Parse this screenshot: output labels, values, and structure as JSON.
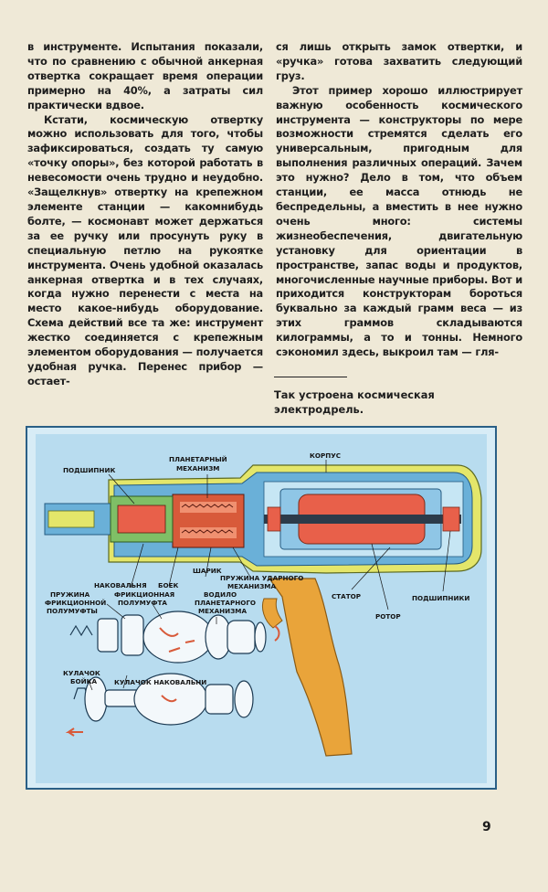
{
  "left_column": [
    "в инструменте. Испытания показали, что по сравнению с обычной анкерная отвертка сокращает время операции примерно на 40%, а затраты сил практически вдвое.",
    "Кстати, космическую отвертку можно использовать для того, чтобы зафиксироваться, создать ту самую «точку опоры», без которой работать в невесомости очень трудно и неудобно. «Защелкнув» отвертку на крепежном элементе станции — какомнибудь болте, — космонавт может держаться за ее ручку или просунуть руку в специальную петлю на рукоятке инструмента. Очень удобной оказалась анкерная отвертка и в тех случаях, когда нужно перенести с места на место какое-нибудь оборудование. Схема действий все та же: инструмент жестко соединяется с крепежным элементом оборудования — получается удобная ручка. Перенес прибор — остает-"
  ],
  "right_column": [
    "ся лишь открыть замок отвертки, и «ручка» готова захватить следующий груз.",
    "Этот пример хорошо иллюстрирует важную особенность космического инструмента — конструкторы по мере возможности стремятся сделать его универсальным, пригодным для выполнения различных операций. Зачем это нужно? Дело в том, что объем станции, ее масса отнюдь не беспредельны, а вместить в нее нужно очень много: системы жизнеобеспечения, двигательную установку для ориентации в пространстве, запас воды и продуктов, многочисленные научные приборы. Вот и приходится конструкторам бороться буквально за каждый грамм веса — из этих граммов складываются килограммы, а то и тонны. Немного сэкономил здесь, выкроил там — гля-"
  ],
  "caption": "Так устроена космическая электродрель.",
  "figure": {
    "labels": {
      "bearing_left": "ПОДШИПНИК",
      "planetary_1": "ПЛАНЕТАРНЫЙ",
      "planetary_2": "МЕХАНИЗМ",
      "housing": "КОРПУС",
      "anvil": "НАКОВАЛЬНЯ",
      "striker": "БОЕК",
      "ball": "ШАРИК",
      "impact_spring_1": "ПРУЖИНА УДАРНОГО",
      "impact_spring_2": "МЕХАНИЗМА",
      "friction_spring_1": "ПРУЖИНА",
      "friction_spring_2": "ФРИКЦИОННОЙ",
      "friction_spring_3": "ПОЛУМУФТЫ",
      "friction_half_1": "ФРИКЦИОННАЯ",
      "friction_half_2": "ПОЛУМУФТА",
      "carrier_1": "ВОДИЛО",
      "carrier_2": "ПЛАНЕТАРНОГО",
      "carrier_3": "МЕХАНИЗМА",
      "stator": "СТАТОР",
      "rotor": "РОТОР",
      "bearings_right": "ПОДШИПНИКИ",
      "striker_cam_1": "КУЛАЧОК",
      "striker_cam_2": "БОЙКА",
      "anvil_cam": "КУЛАЧОК НАКОВАЛЬНИ"
    },
    "colors": {
      "background": "#b8dcef",
      "frame": "#d7ecf6",
      "housing_outer": "#e4e66a",
      "housing_inner": "#6ab0d8",
      "rotor": "#e8604a",
      "handle": "#e9a43a",
      "mechanism": "#d85a3a"
    }
  },
  "page_number": "9"
}
